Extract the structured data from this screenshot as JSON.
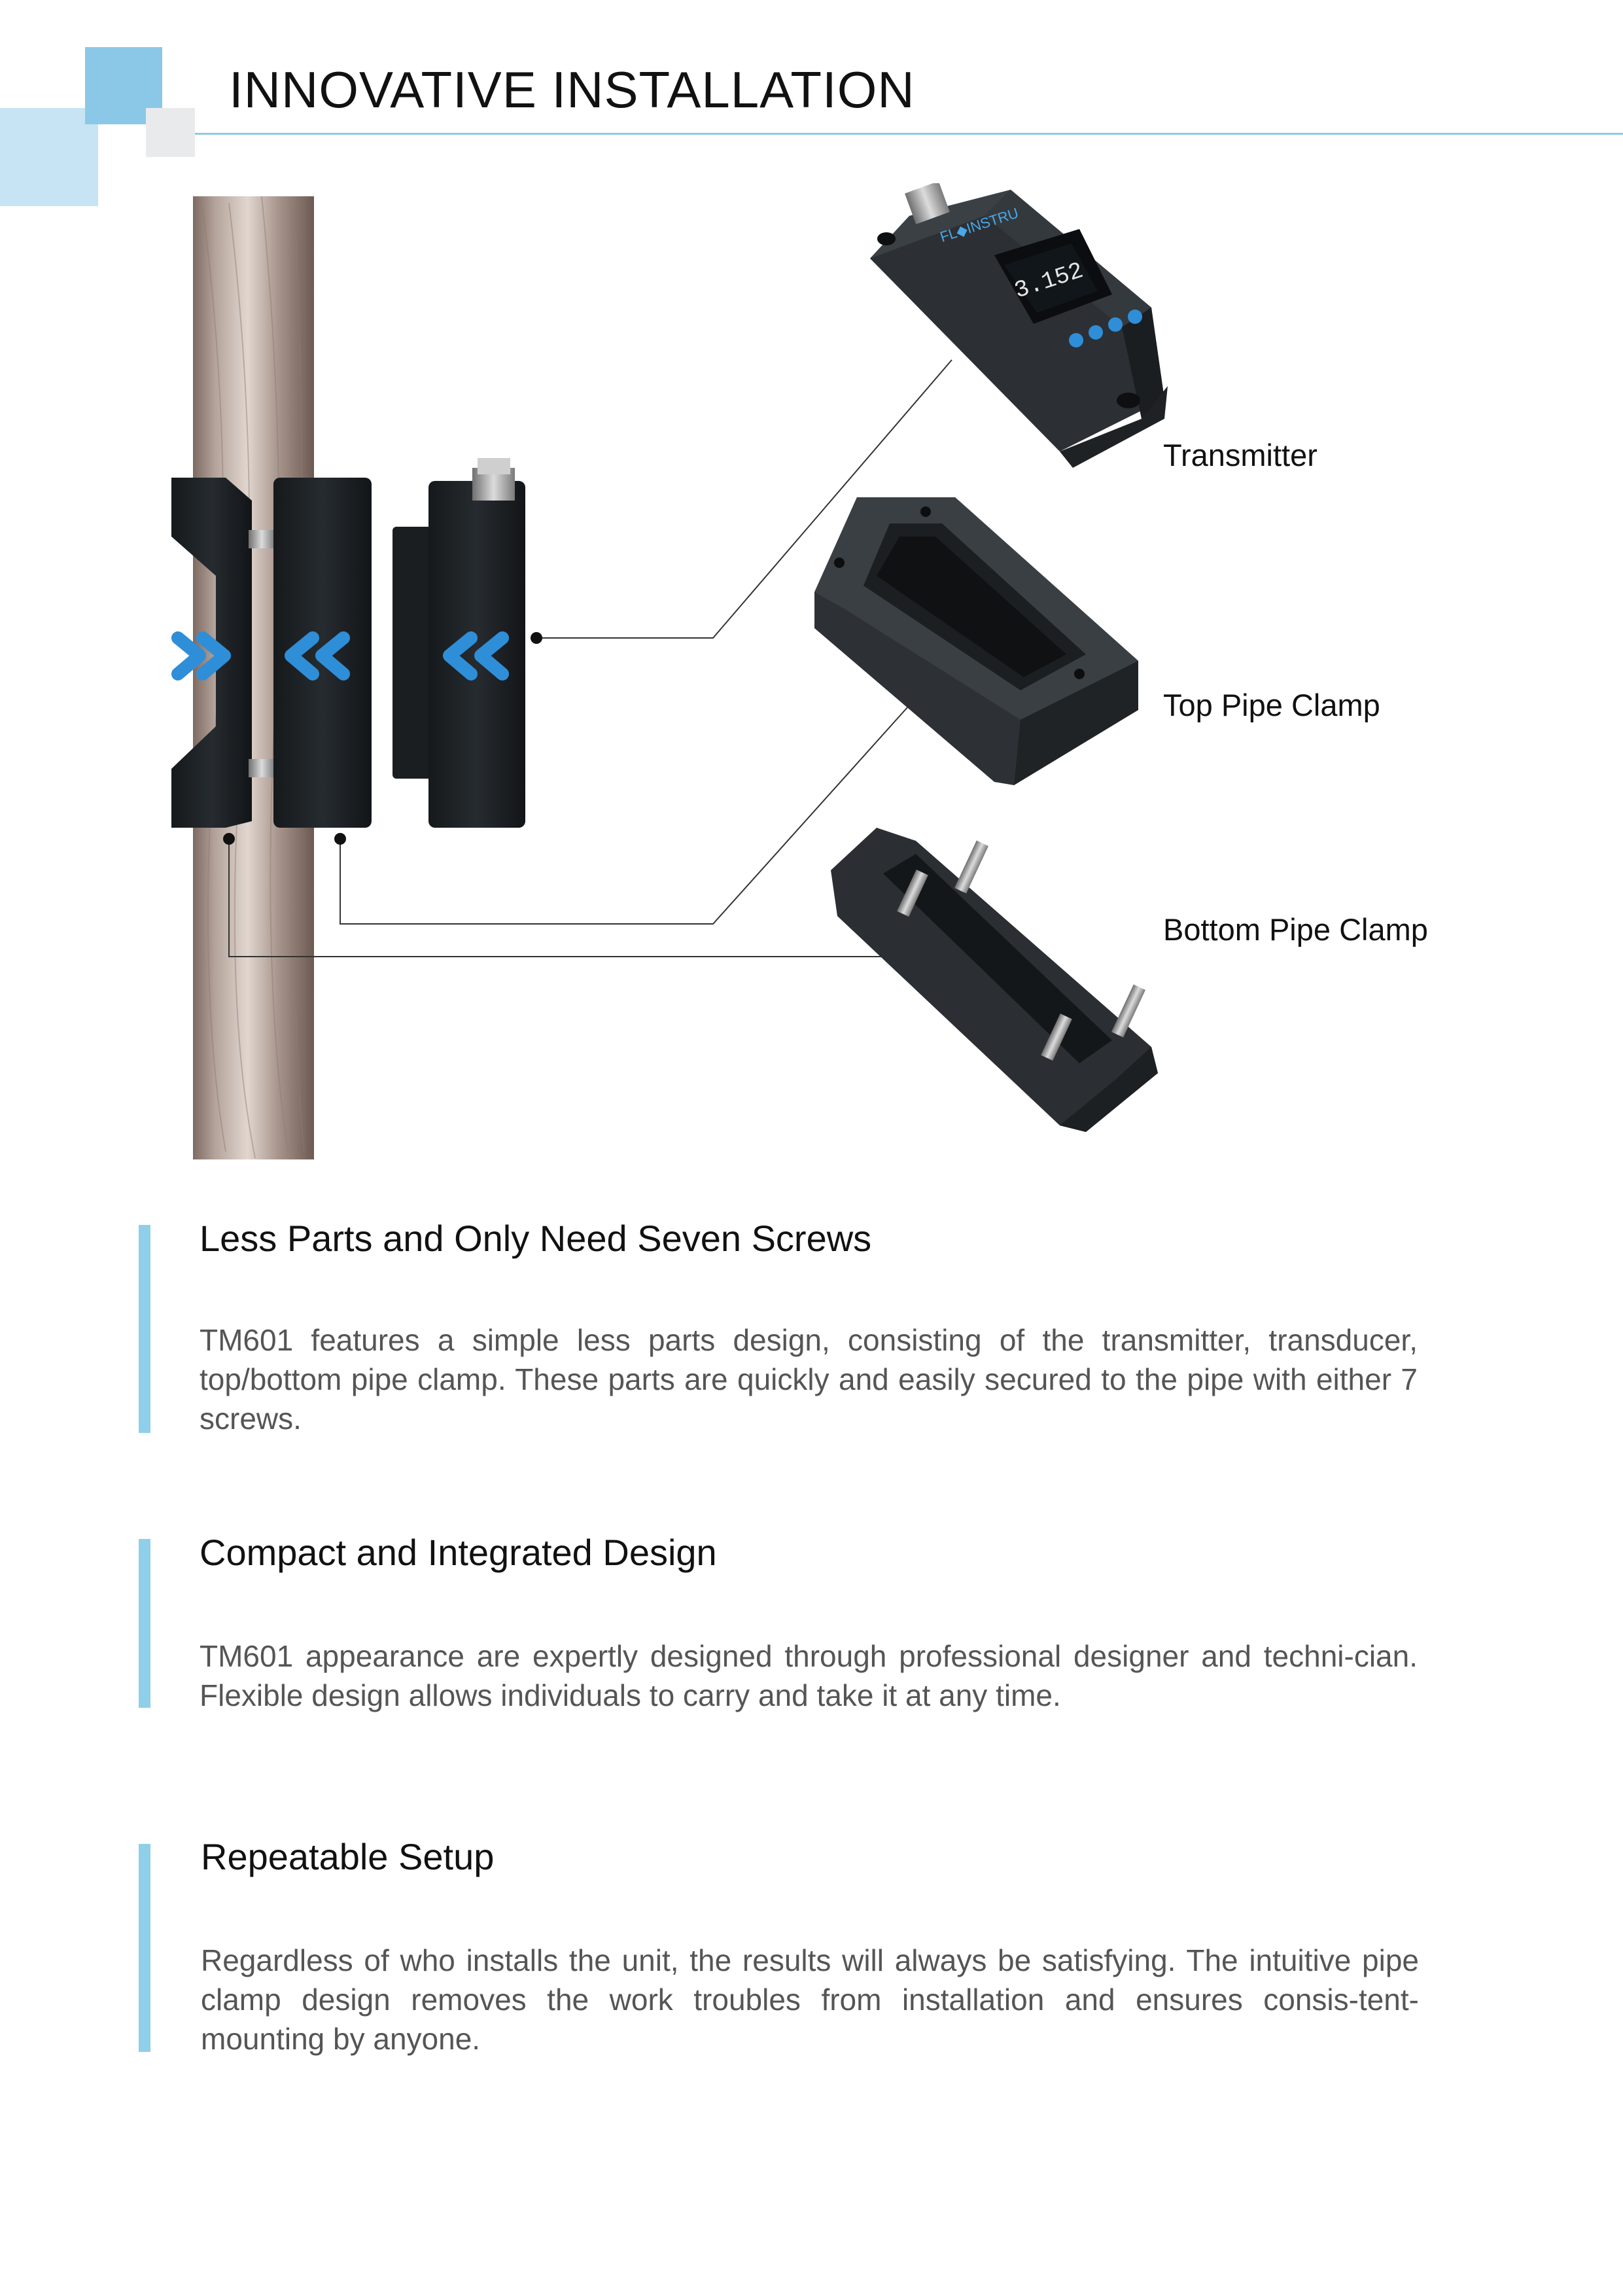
{
  "header": {
    "title": "INNOVATIVE INSTALLATION"
  },
  "illustration": {
    "labels": {
      "transmitter": "Transmitter",
      "top_clamp": "Top Pipe Clamp",
      "bottom_clamp": "Bottom Pipe Clamp"
    },
    "brand": "FL◆INSTRU",
    "display_value": "3.152"
  },
  "colors": {
    "accent": "#8fcfe9",
    "arrow": "#2f8ed8",
    "device": "#26292c"
  },
  "sections": [
    {
      "heading": "Less Parts and Only Need Seven Screws",
      "body": "TM601 features a simple less parts design, consisting of the transmitter, transducer, top/bottom pipe clamp. These parts are quickly and easily secured to the pipe with either 7 screws."
    },
    {
      "heading": "Compact and Integrated Design",
      "body": "TM601 appearance are expertly designed through professional designer and techni-cian. Flexible design allows individuals to carry and take it at any time."
    },
    {
      "heading": "Repeatable Setup",
      "body": "Regardless of who installs the unit, the results will always be satisfying. The intuitive pipe clamp design removes the work troubles from installation and ensures consis-tent-mounting by anyone."
    }
  ]
}
